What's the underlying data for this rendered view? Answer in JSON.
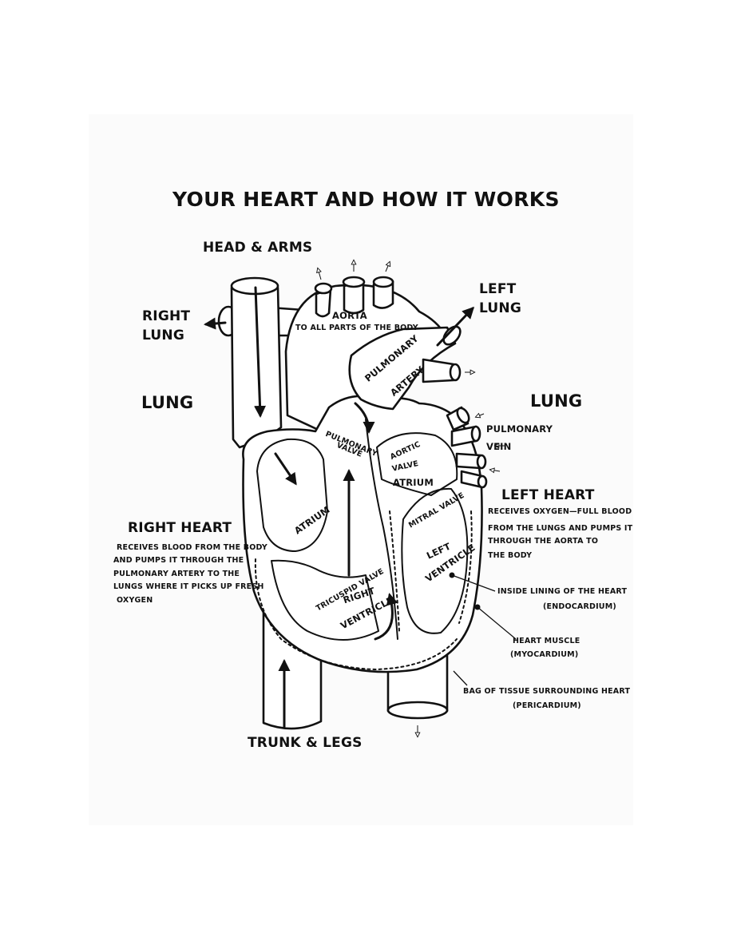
{
  "title": "YOUR HEART AND HOW IT WORKS",
  "labels": {
    "head_arms": "HEAD & ARMS",
    "right_lung_1": "RIGHT",
    "right_lung_2": "LUNG",
    "left_lung_1": "LEFT",
    "left_lung_2": "LUNG",
    "lung_left": "LUNG",
    "lung_right": "LUNG",
    "aorta": "AORTA",
    "aorta_sub": "TO ALL PARTS OF THE BODY",
    "pulmonary_artery_1": "PULMONARY",
    "pulmonary_artery_2": "ARTERY",
    "pulmonary_vein_1": "PULMONARY",
    "pulmonary_vein_2": "VEIN",
    "pulmonary_valve_1": "PULMONARY",
    "pulmonary_valve_2": "VALVE",
    "aortic_valve_1": "AORTIC",
    "aortic_valve_2": "VALVE",
    "left_atrium": "ATRIUM",
    "right_atrium": "ATRIUM",
    "mitral_valve": "MITRAL VALVE",
    "left_ventricle_1": "LEFT",
    "left_ventricle_2": "VENTRICLE",
    "right_ventricle_1": "RIGHT",
    "right_ventricle_2": "VENTRICLE",
    "tricuspid_valve": "TRICUSPID VALVE",
    "trunk_legs": "TRUNK & LEGS"
  },
  "right_heart": {
    "heading": "RIGHT HEART",
    "line1": "RECEIVES BLOOD FROM THE BODY",
    "line2": "AND PUMPS IT THROUGH THE",
    "line3": "PULMONARY ARTERY TO THE",
    "line4": "LUNGS WHERE IT PICKS UP FRESH",
    "line5": "OXYGEN"
  },
  "left_heart": {
    "heading": "LEFT HEART",
    "line1": "RECEIVES OXYGEN—FULL BLOOD",
    "line2": "FROM THE LUNGS AND PUMPS IT",
    "line3": "THROUGH THE AORTA TO",
    "line4": "THE BODY"
  },
  "callouts": {
    "endocardium_1": "INSIDE LINING OF THE HEART",
    "endocardium_2": "(ENDOCARDIUM)",
    "myocardium_1": "HEART MUSCLE",
    "myocardium_2": "(MYOCARDIUM)",
    "pericardium_1": "BAG OF TISSUE SURROUNDING HEART",
    "pericardium_2": "(PERICARDIUM)"
  },
  "colors": {
    "ink": "#111111",
    "paper": "#fbfbfb",
    "page": "#ffffff"
  }
}
